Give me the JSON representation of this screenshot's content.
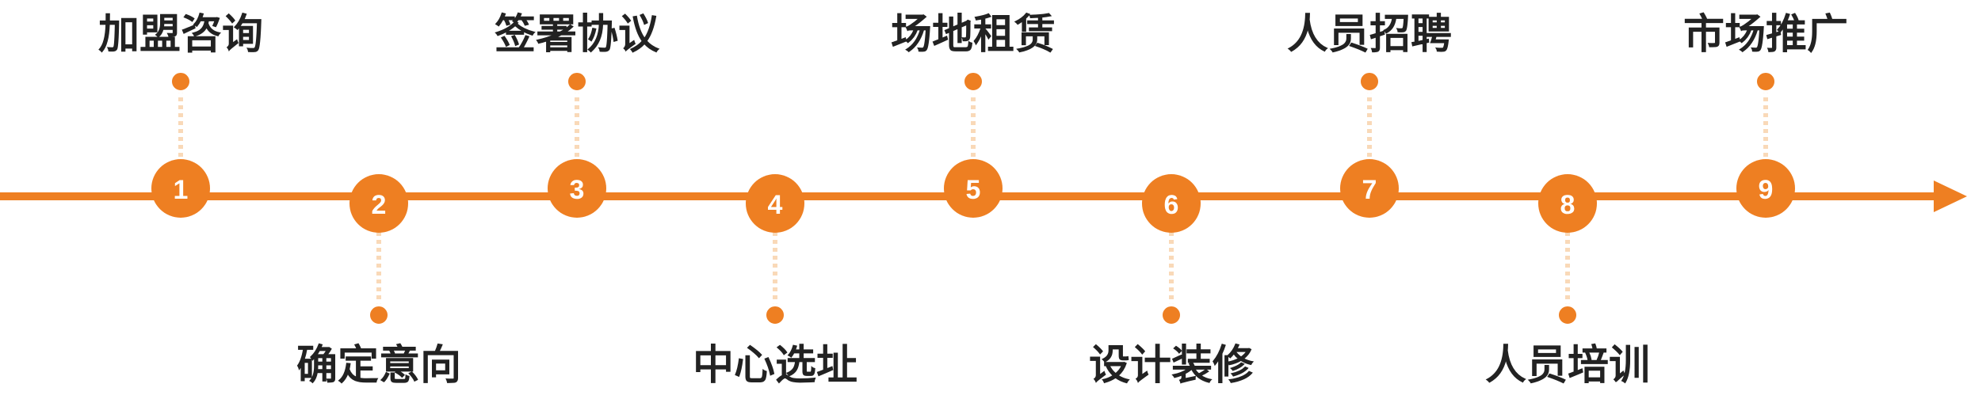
{
  "colors": {
    "accent": "#EE7F22",
    "connector": "#F9D9B8",
    "text": "#222222",
    "number": "#FFFFFF"
  },
  "steps": [
    {
      "number": "1",
      "label": "加盟咨询",
      "position": "top"
    },
    {
      "number": "2",
      "label": "确定意向",
      "position": "bottom"
    },
    {
      "number": "3",
      "label": "签署协议",
      "position": "top"
    },
    {
      "number": "4",
      "label": "中心选址",
      "position": "bottom"
    },
    {
      "number": "5",
      "label": "场地租赁",
      "position": "top"
    },
    {
      "number": "6",
      "label": "设计装修",
      "position": "bottom"
    },
    {
      "number": "7",
      "label": "人员招聘",
      "position": "top"
    },
    {
      "number": "8",
      "label": "人员培训",
      "position": "bottom"
    },
    {
      "number": "9",
      "label": "市场推广",
      "position": "top"
    }
  ]
}
